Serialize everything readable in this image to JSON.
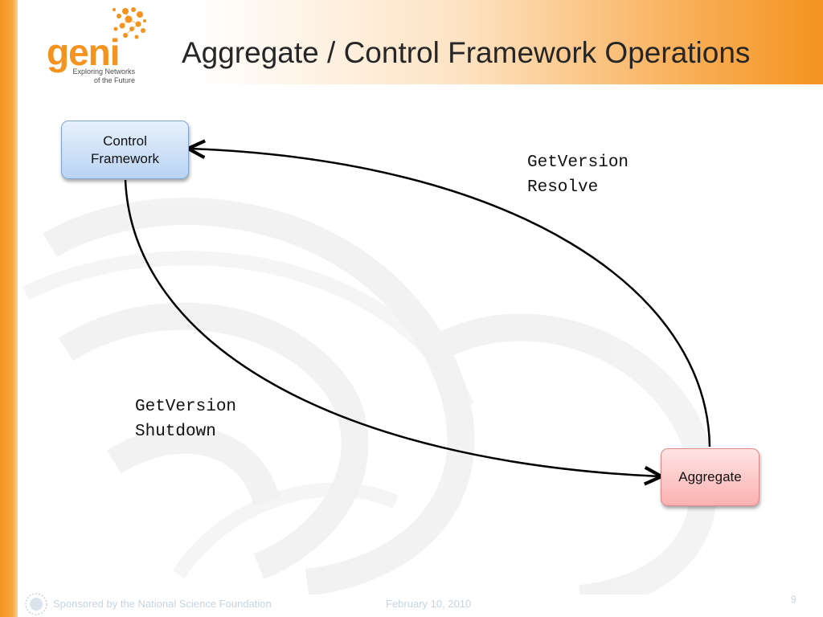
{
  "slide": {
    "title": "Aggregate / Control Framework Operations",
    "page_number": "9"
  },
  "logo": {
    "word": "geni",
    "tagline_line1": "Exploring Networks",
    "tagline_line2": "of the Future"
  },
  "diagram": {
    "nodes": [
      {
        "id": "control-framework",
        "line1": "Control",
        "line2": "Framework"
      },
      {
        "id": "aggregate",
        "label": "Aggregate"
      }
    ],
    "edges": [
      {
        "from": "aggregate",
        "to": "control-framework",
        "operations": [
          "GetVersion",
          "Resolve"
        ]
      },
      {
        "from": "control-framework",
        "to": "aggregate",
        "operations": [
          "GetVersion",
          "Shutdown"
        ]
      }
    ]
  },
  "footer": {
    "sponsor": "Sponsored by the National Science Foundation",
    "date": "February 10, 2010"
  },
  "colors": {
    "accent_orange": "#f4931f",
    "cf_fill": "#b9d3f3",
    "aggregate_fill": "#fbb1b1"
  }
}
